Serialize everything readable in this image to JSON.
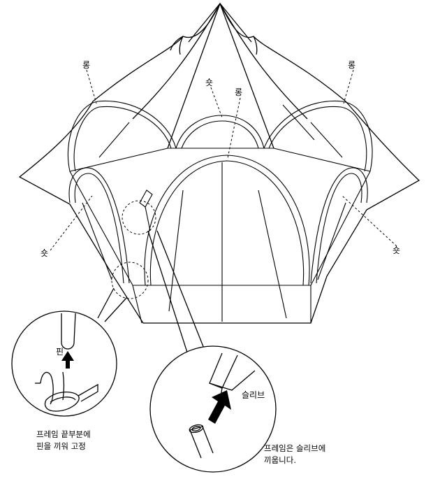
{
  "labels": {
    "long_left": "롱",
    "long_right": "롱",
    "long_center": "롱",
    "short_top": "숏",
    "short_left": "숏",
    "short_right": "숏",
    "pin": "핀",
    "sleeve": "슬리브"
  },
  "captions": {
    "pin_line1": "프레임 끝부분에",
    "pin_line2": "핀을 끼워 고정",
    "sleeve_line1": "프레임은 슬리브에",
    "sleeve_line2": "끼웁니다."
  },
  "colors": {
    "stroke": "#000000",
    "background": "#ffffff",
    "arrow": "#000000"
  },
  "icons": [
    "up-arrow-icon",
    "up-arrow-icon"
  ]
}
